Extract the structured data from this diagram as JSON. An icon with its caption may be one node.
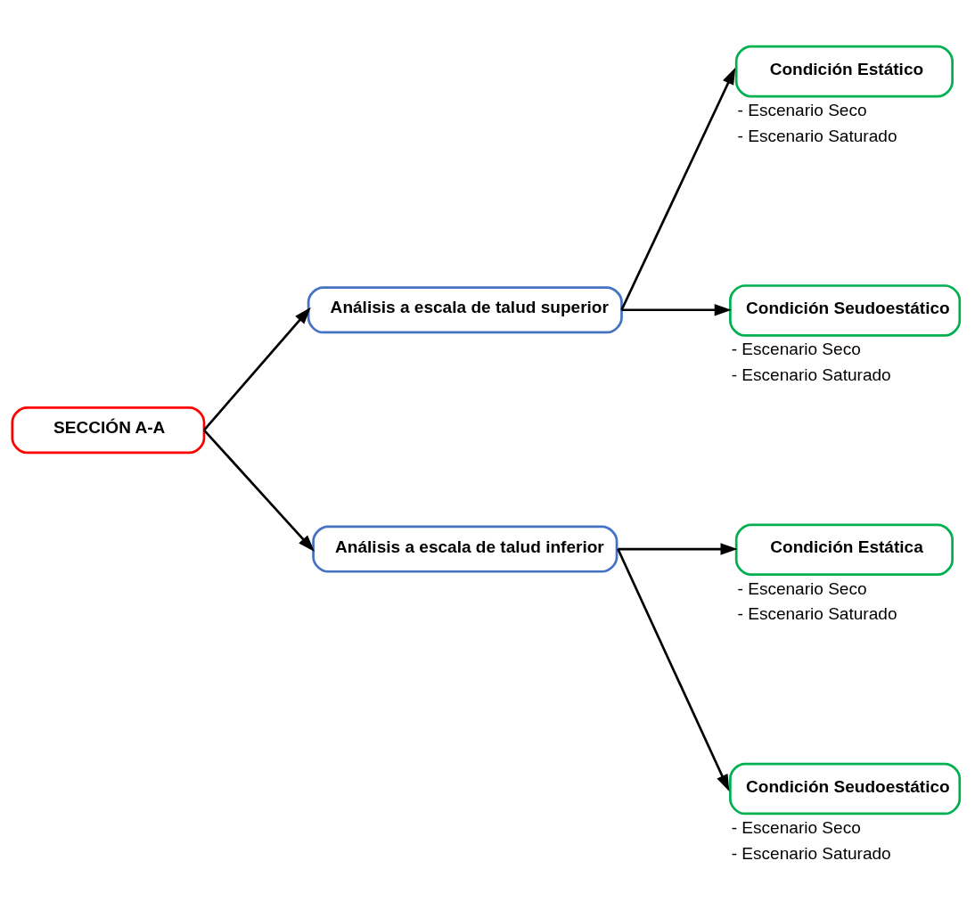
{
  "diagram": {
    "nodes": [
      {
        "text": [
          "SECCIÓN A-A"
        ]
      },
      {
        "text": [
          "Análisis a escala de talud superior"
        ]
      },
      {
        "text": [
          "Análisis a escala de talud inferior"
        ]
      },
      {
        "text": [
          "Condición Estático"
        ],
        "beside": [
          "- Escenario Seco",
          "- Escenario Saturado"
        ]
      },
      {
        "text": [
          "Condición Seudoestático"
        ],
        "beside": [
          "- Escenario Seco",
          "- Escenario Saturado"
        ]
      },
      {
        "text": [
          "Condición Estática"
        ],
        "beside": [
          "- Escenario Seco",
          "- Escenario Saturado"
        ]
      },
      {
        "text": [
          "Condición Seudoestático"
        ],
        "beside": [
          "- Escenario Seco",
          "- Escenario Saturado"
        ]
      }
    ],
    "edges": [
      {
        "from": 0,
        "to": 1,
        "arrow": "to"
      },
      {
        "from": 0,
        "to": 2,
        "arrow": "to"
      },
      {
        "from": 1,
        "to": 3,
        "arrow": "to"
      },
      {
        "from": 1,
        "to": 4,
        "arrow": "to"
      },
      {
        "from": 2,
        "to": 5,
        "arrow": "to"
      },
      {
        "from": 2,
        "to": 6,
        "arrow": "to"
      }
    ]
  }
}
